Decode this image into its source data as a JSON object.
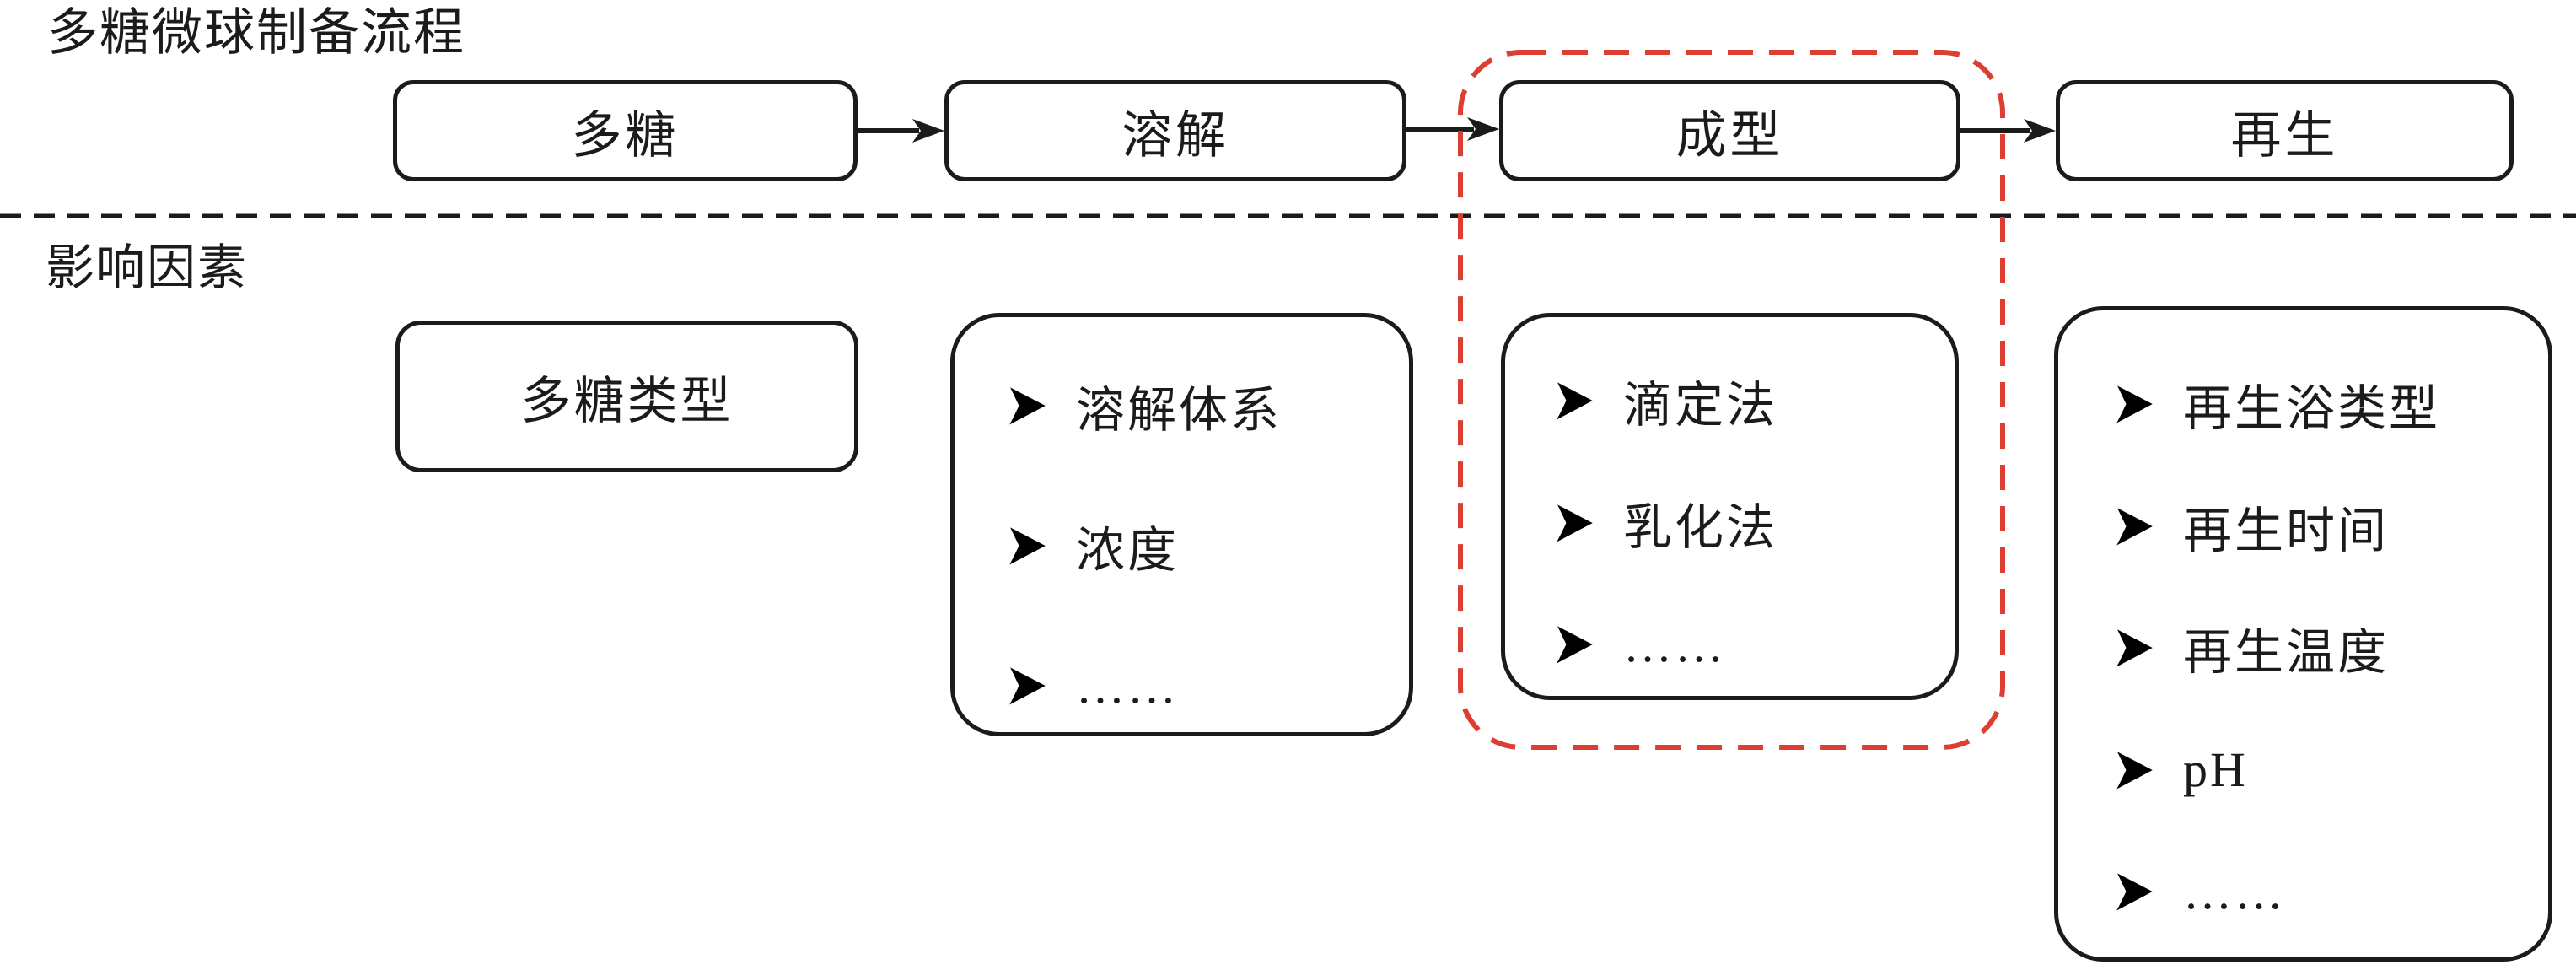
{
  "title": "多糖微球制备流程",
  "section_label": "影响因素",
  "colors": {
    "ink": "#1b1b1b",
    "accent_red": "#dc3f32",
    "background": "#ffffff"
  },
  "icons": {
    "bullet": "dart-right-arrowhead",
    "connector": "right-arrow",
    "highlight": "red-dashed-rounded-outline",
    "divider": "black-dashed-line"
  },
  "flow": {
    "steps": [
      {
        "label": "多糖"
      },
      {
        "label": "溶解"
      },
      {
        "label": "成型"
      },
      {
        "label": "再生"
      }
    ],
    "highlighted_step": "成型"
  },
  "factors": {
    "duotang": {
      "label": "多糖类型"
    },
    "rongjie": {
      "items": [
        "溶解体系",
        "浓度",
        "……"
      ]
    },
    "chengxing": {
      "items": [
        "滴定法",
        "乳化法",
        "……"
      ]
    },
    "zaisheng": {
      "items": [
        "再生浴类型",
        "再生时间",
        "再生温度",
        "pH",
        "……"
      ]
    }
  }
}
